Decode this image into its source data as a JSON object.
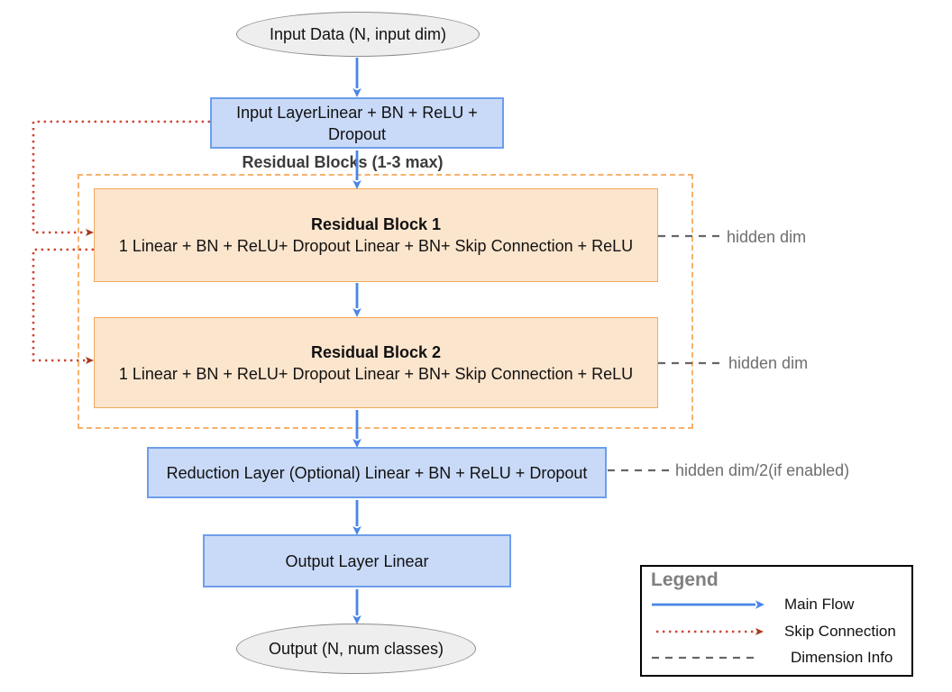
{
  "diagram": {
    "nodes": {
      "input_data": {
        "label": "Input Data (N, input dim)"
      },
      "input_layer": {
        "line1": "Input LayerLinear + BN + ReLU +",
        "line2": "Dropout"
      },
      "residual_group_label": "Residual Blocks (1-3 max)",
      "residual_block_1": {
        "title": "Residual Block 1",
        "detail": "1 Linear + BN + ReLU+ Dropout Linear + BN+ Skip Connection + ReLU"
      },
      "residual_block_2": {
        "title": "Residual Block 2",
        "detail": "1 Linear + BN + ReLU+ Dropout Linear + BN+ Skip Connection + ReLU"
      },
      "reduction_layer": {
        "label": "Reduction Layer (Optional) Linear + BN + ReLU + Dropout"
      },
      "output_layer": {
        "label": "Output Layer Linear"
      },
      "output": {
        "label": "Output (N, num classes)"
      }
    },
    "annotations": {
      "hidden_dim_1": "hidden dim",
      "hidden_dim_2": "hidden dim",
      "reduction_dim": "hidden dim/2(if enabled)"
    },
    "legend": {
      "title": "Legend",
      "items": [
        {
          "label": "Main Flow",
          "style": "solid-arrow",
          "color": "#4a86e8"
        },
        {
          "label": "Skip Connection",
          "style": "dotted-arrow",
          "color": "#cc4125"
        },
        {
          "label": "Dimension Info",
          "style": "dashed-line",
          "color": "#666666"
        }
      ]
    },
    "colors": {
      "main_flow": "#4a86e8",
      "skip_red": "#cc4633",
      "skip_head": "#a63a1e",
      "dimension_gray": "#666666",
      "node_blue_fill": "#c9daf8",
      "node_blue_border": "#6d9eeb",
      "block_orange_fill": "#fce5cd",
      "block_orange_border": "#f0a95c",
      "container_orange": "#f6b26b",
      "terminal_fill": "#eeeeee",
      "terminal_border": "#8c8c8c",
      "muted_text": "#6e6e6e",
      "group_label_text": "#3c3c3c",
      "legend_title_text": "#7f7f7f"
    }
  }
}
